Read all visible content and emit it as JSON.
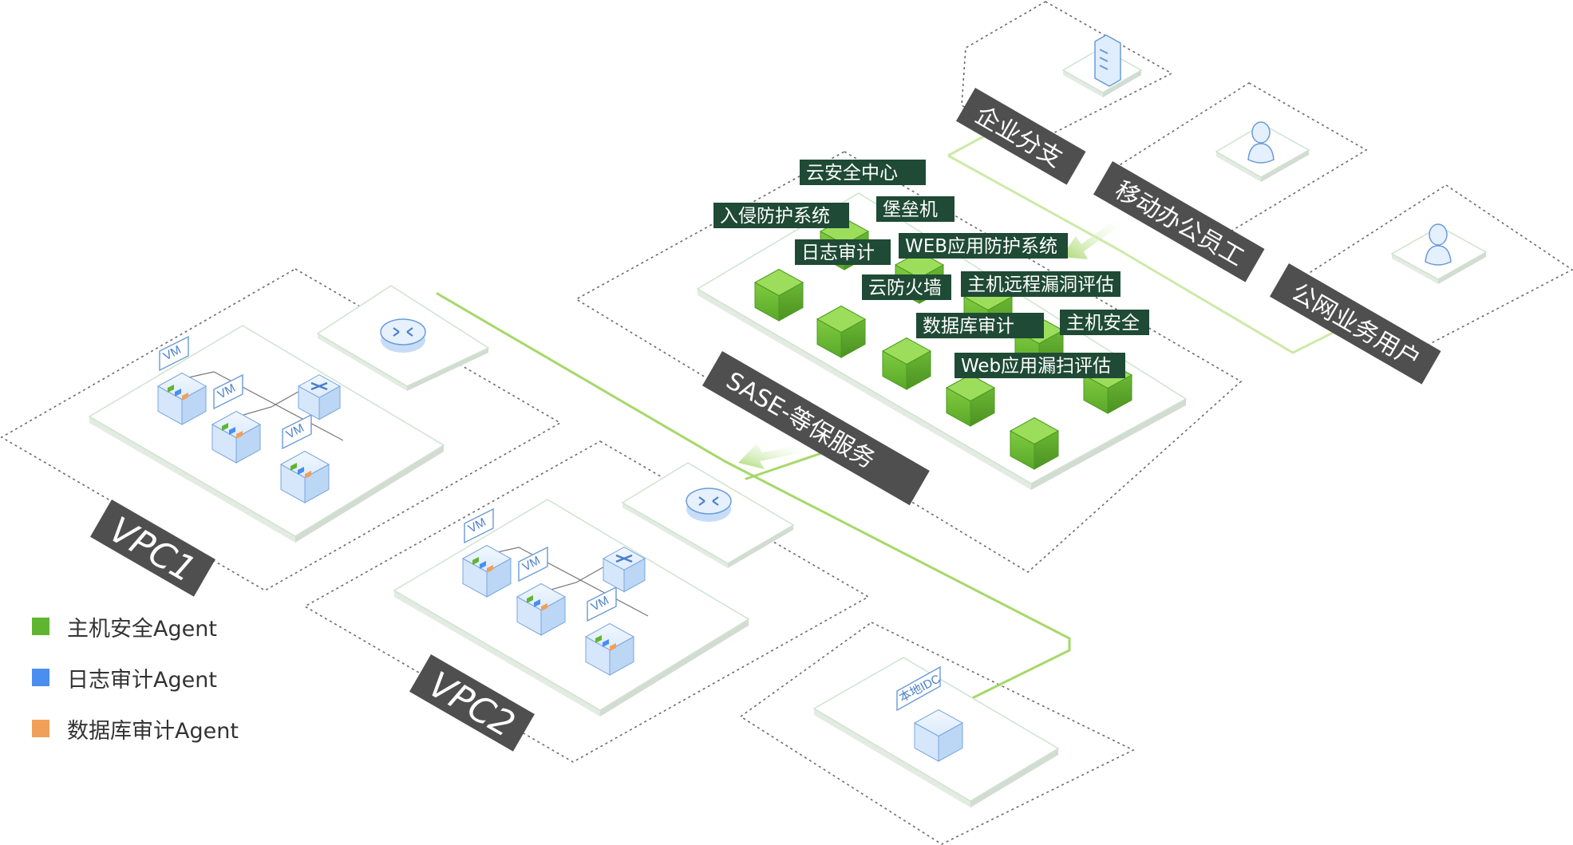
{
  "services": [
    "云安全中心",
    "入侵防护系统",
    "堡垒机",
    "日志审计",
    "WEB应用防护系统",
    "云防火墙",
    "主机远程漏洞评估",
    "数据库审计",
    "主机安全",
    "Web应用漏扫评估"
  ],
  "zones": {
    "sase": "SASE-等保服务",
    "vpc1": "VPC1",
    "vpc2": "VPC2",
    "branch": "企业分支",
    "mobile": "移动办公员工",
    "public": "公网业务用户",
    "idc": "本地IDC"
  },
  "vm_label": "VM",
  "legend": [
    {
      "label": "主机安全Agent",
      "color": "#5fb530"
    },
    {
      "label": "日志审计Agent",
      "color": "#4a8ef0"
    },
    {
      "label": "数据库审计Agent",
      "color": "#f0a05a"
    }
  ],
  "colors": {
    "accent_green": "#a6d86a",
    "tag_dark_green": "#1f4a35",
    "cube_green": "#6cbf3a",
    "cube_blue": "#d8e8fb",
    "dark_label": "#4f4f4f"
  }
}
